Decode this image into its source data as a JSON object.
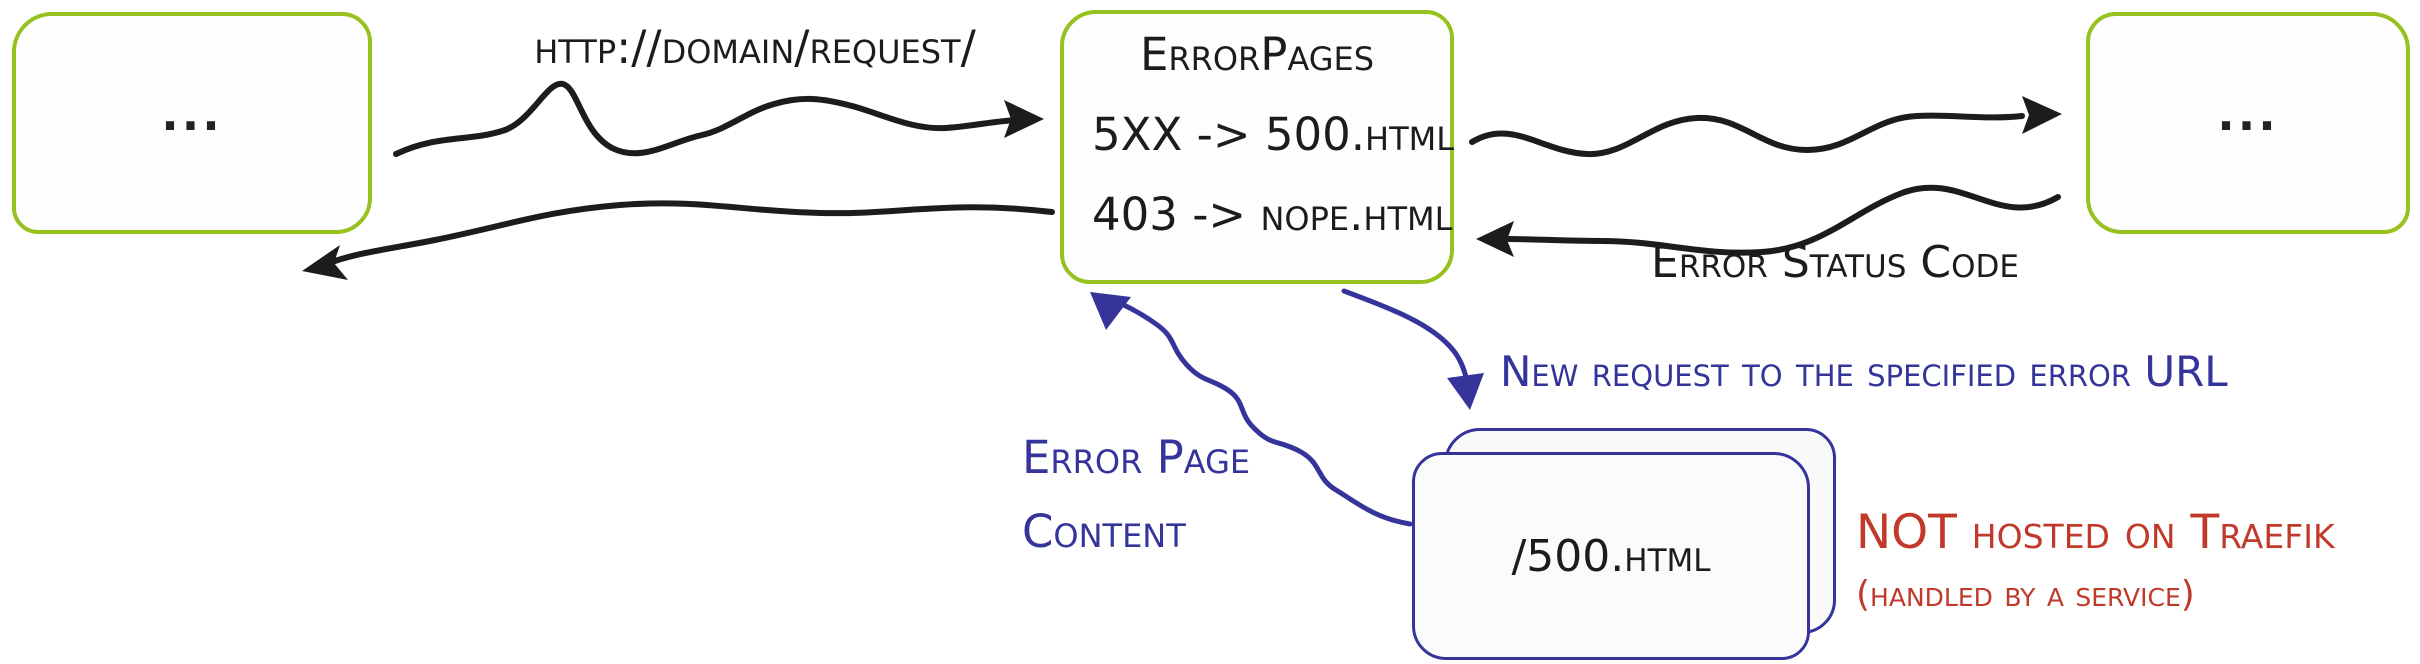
{
  "diagram": {
    "request_url_label": "http://domain/request/",
    "client_box": {
      "label": "..."
    },
    "backend_box": {
      "label": "..."
    },
    "middleware_box": {
      "title": "ErrorPages",
      "rules": [
        "5XX -> 500.html",
        "403 -> nope.html"
      ]
    },
    "error_status_label": "Error Status Code",
    "new_request_label": "New request to the specified error URL",
    "error_page_content_label": {
      "line1": "Error Page",
      "line2": "Content"
    },
    "error_service_box": {
      "label": "/500.html"
    },
    "not_hosted_note": {
      "line1": "NOT hosted on Traefik",
      "line2": "(handled by a service)"
    },
    "colors": {
      "green": "#96c11e",
      "blue": "#34349b",
      "red": "#c0392b",
      "ink": "#1c1c1c"
    }
  }
}
